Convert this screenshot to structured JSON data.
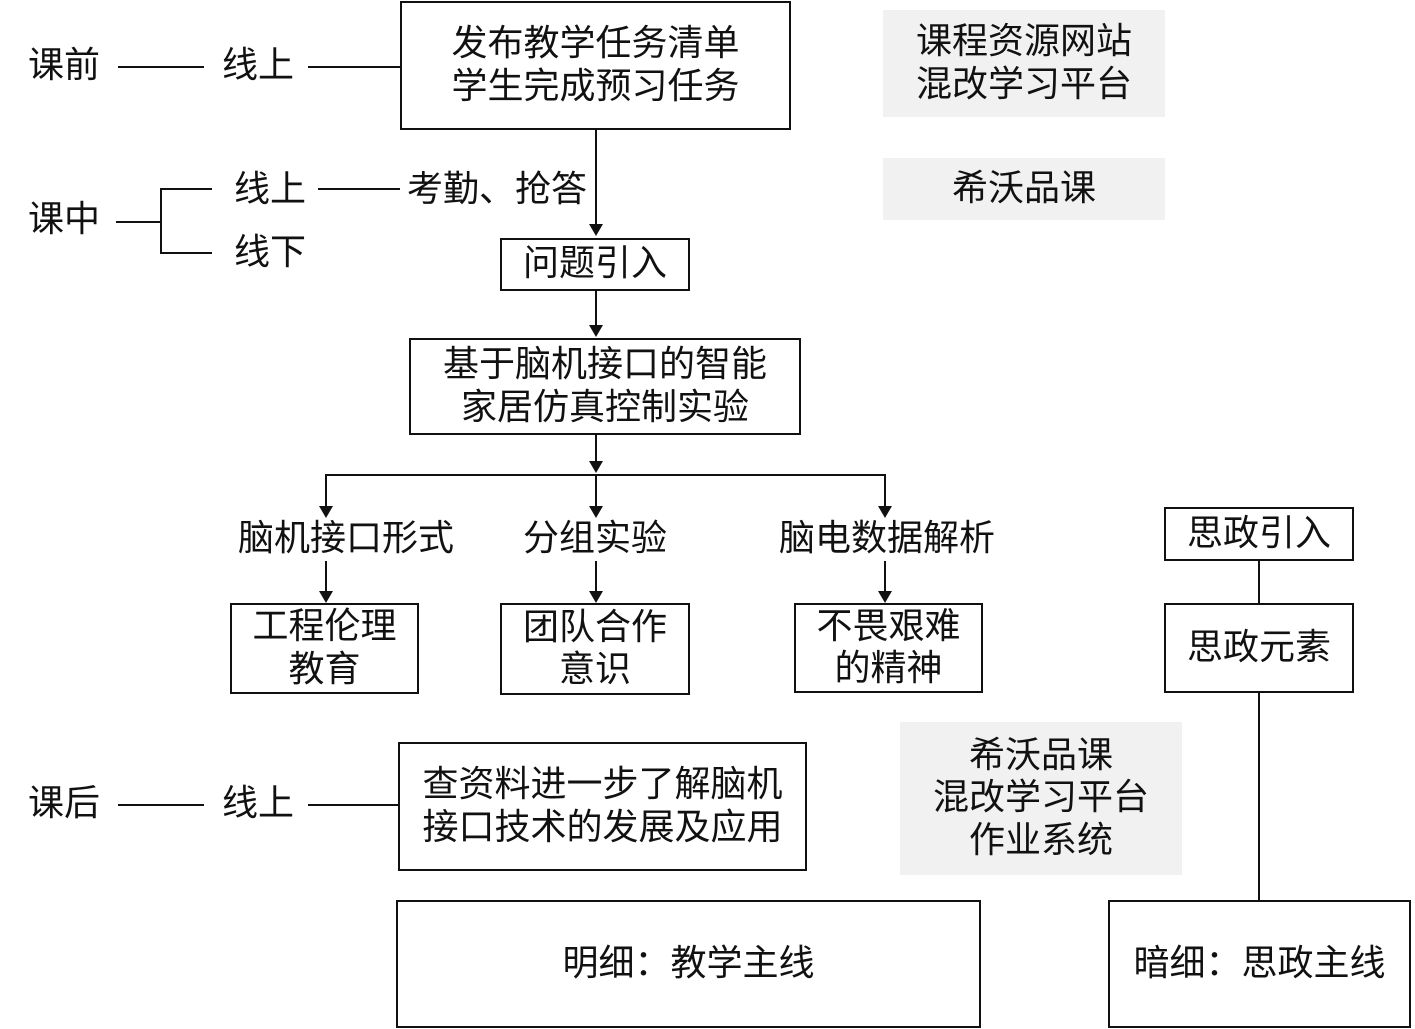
{
  "phases": {
    "pre": "课前",
    "mid": "课中",
    "post": "课后"
  },
  "modes": {
    "pre_online": "线上",
    "mid_online": "线上",
    "mid_offline": "线下",
    "post_online": "线上"
  },
  "steps": {
    "pre_task": "发布教学任务清单\n学生完成预习任务",
    "attendance": "考勤、抢答",
    "problem_intro": "问题引入",
    "experiment": "基于脑机接口的智能\n家居仿真控制实验",
    "post_task": "查资料进一步了解脑机\n接口技术的发展及应用"
  },
  "branches": [
    {
      "label": "脑机接口形式",
      "outcome": "工程伦理\n教育"
    },
    {
      "label": "分组实验",
      "outcome": "团队合作\n意识"
    },
    {
      "label": "脑电数据解析",
      "outcome": "不畏艰难\n的精神"
    }
  ],
  "platforms": {
    "pre": "课程资源网站\n混改学习平台",
    "mid": "希沃品课",
    "post": "希沃品课\n混改学习平台\n作业系统"
  },
  "ideology": {
    "intro": "思政引入",
    "elements": "思政元素"
  },
  "mainlines": {
    "teaching": "明细：教学主线",
    "ideology": "暗细：思政主线"
  },
  "colors": {
    "line": "#111111",
    "platform_background": "#f1f1f1",
    "box_background": "#ffffff"
  }
}
